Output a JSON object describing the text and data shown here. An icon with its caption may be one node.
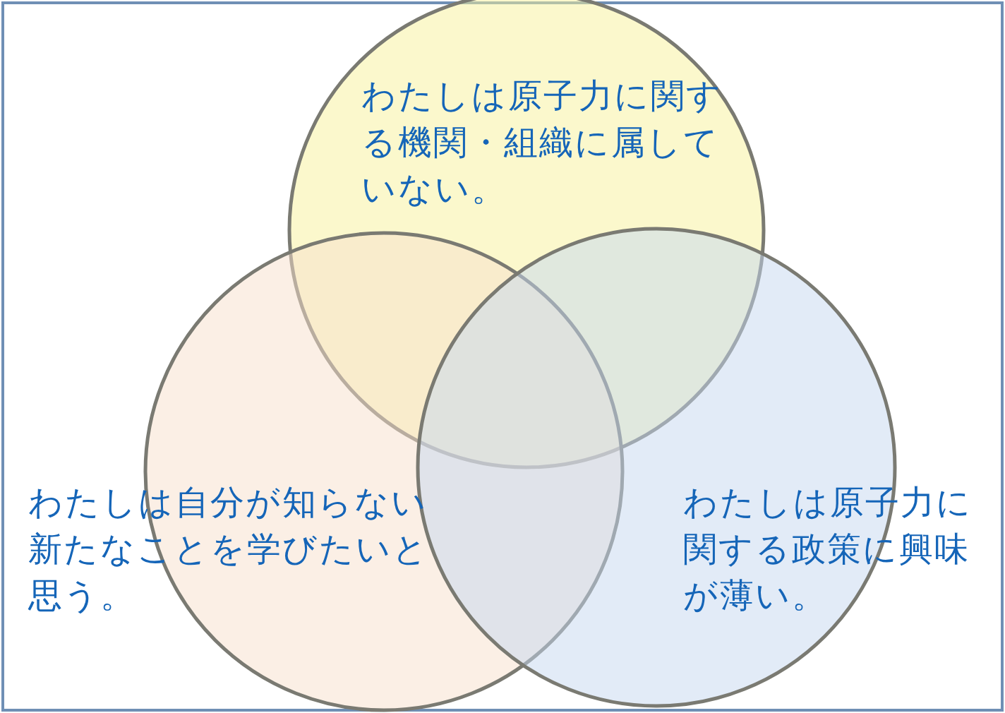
{
  "diagram": {
    "nodes": [
      {
        "text": [
          "わたしは原子力に関する機関・組織に属していない。"
        ]
      },
      {
        "text": [
          "わたしは自分が知らない新たなことを学びたいと思う。"
        ]
      },
      {
        "text": [
          "わたしは原子力に関する政策に興味が薄い。"
        ]
      }
    ],
    "edges": []
  }
}
